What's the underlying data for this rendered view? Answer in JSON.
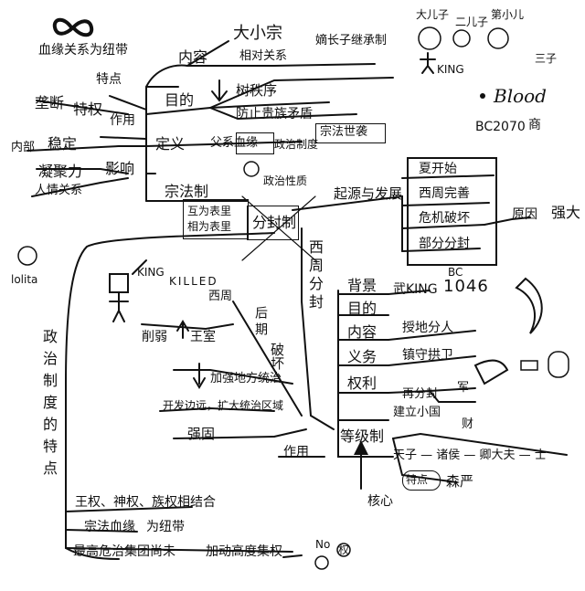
{
  "center": {
    "label": "分封制",
    "note_small": "分封制",
    "box_tl": "宗法制",
    "box_bl": "相为表里",
    "box_tm": "互为表里"
  },
  "top_branch": {
    "lineage": "血缘关系为纽带",
    "feature": "特点",
    "content": "内容",
    "big_small_clan": "大小宗",
    "relative": "相对关系",
    "eldest_inherit": "嫡长子继承制",
    "purpose": "目的",
    "order": "树秩序",
    "prevent": "防止贵族矛盾",
    "definition": "定义",
    "def_text": "父系血缘",
    "def_text2": "政治制度",
    "def_box": "宗法世袭",
    "clan_system": "宗法制",
    "clan_small": "政治性质"
  },
  "left_top": {
    "monopoly": "垄断",
    "privilege": "特权",
    "function": "作用",
    "internal": "内部",
    "stable": "稳定",
    "cohesion": "凝聚力",
    "influence": "影响",
    "human": "人情关系"
  },
  "right_branch": {
    "origin_dev": "起源与发展",
    "xia_begin": "夏开始",
    "western_zhou": "西周完善",
    "crisis": "危机破坏",
    "partial": "部分分封",
    "reason": "原因",
    "strong": "强大",
    "blood": "Blood",
    "bc": "BC2070",
    "shang": "商"
  },
  "western_zhou_vertical": "西周分封",
  "lower_right": {
    "background": "背景",
    "king_year": "武KING",
    "bc": "BC",
    "year": "1046",
    "purpose": "目的",
    "content": "内容",
    "obligation": "义务",
    "rights": "权利",
    "land_people": "授地分人",
    "tribute": "镇守拱卫",
    "re_fief": "再分封",
    "army": "军",
    "fortune": "财",
    "building": "建立小国",
    "hierarchy": "等级制",
    "ranks": "天子 — 诸侯 — 卿大夫 — 士",
    "feature": "特点",
    "strict": "森严",
    "core": "核心"
  },
  "left_bottom": {
    "king": "KING",
    "killed": "KILLED",
    "western_zhou2": "西周",
    "later": "后期",
    "weaken": "削弱",
    "royal": "王室",
    "destroy": "破坏",
    "strengthen": "加强地方统治",
    "develop": "开发边远，扩大统治区域",
    "consolidate": "强固",
    "function": "作用",
    "title_vertical": "政治制度的特点"
  },
  "bottom_list": [
    "王权、神权、族权相结合",
    "宗法血缘",
    "为纽带",
    "最高危治集团尚未",
    "加动高度集权"
  ],
  "figures": {
    "eldest": "大儿子",
    "second": "二儿子",
    "third": "第小儿",
    "third_son": "三子",
    "king": "KING",
    "lolita": "lolita",
    "no": "No",
    "quan": "权"
  }
}
